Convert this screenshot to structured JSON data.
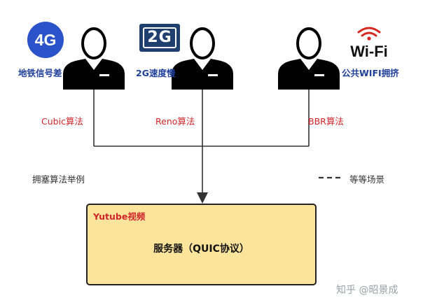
{
  "users": [
    {
      "network_icon": "4g-icon",
      "network_text": "4G",
      "label": "地铁信号差",
      "algorithm": "Cubic算法"
    },
    {
      "network_icon": "2g-icon",
      "network_text": "2G",
      "label": "2G速度慢",
      "algorithm": "Reno算法"
    },
    {
      "network_icon": "wifi-icon",
      "network_text": "Wi-Fi",
      "label": "公共WIFI拥挤",
      "algorithm": "BBR算法"
    }
  ],
  "diagram": {
    "example_label": "拥塞算法举例",
    "legend_label": "等等场景",
    "server_tag": "Yutube视频",
    "server_title": "服务器（QUIC协议）"
  },
  "watermark": "知乎 @昭景成",
  "colors": {
    "user_label": "#1f3f9a",
    "algorithm_label": "#d0262b",
    "server_fill": "#fde49c",
    "person": "#000000"
  }
}
